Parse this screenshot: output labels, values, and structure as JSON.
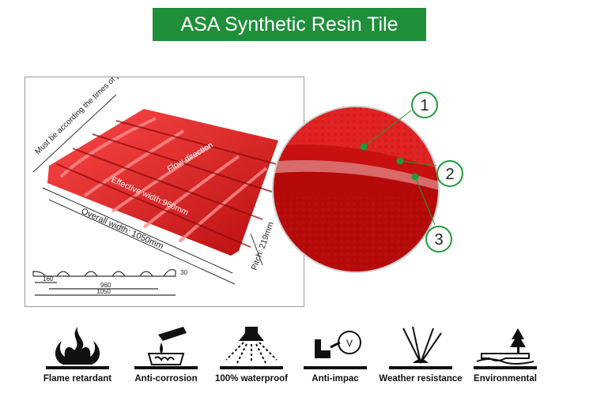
{
  "header": {
    "title": "ASA Synthetic Resin Tile"
  },
  "diagram": {
    "pitch_note": "Must be according the times of pitch",
    "flow_direction": "Flow direction",
    "effective_width": "Effective width:960mm",
    "overall_width": "Overall width: 1050mm",
    "pitch": "Pitch: 219mm",
    "profile": {
      "dim_160": "160",
      "dim_960": "960",
      "dim_1050": "1050",
      "dim_30": "30"
    }
  },
  "layers": {
    "callouts": [
      "1",
      "2",
      "3"
    ]
  },
  "features": [
    {
      "label": "Flame retardant",
      "icon": "flame-icon"
    },
    {
      "label": "Anti-corrosion",
      "icon": "acid-drop-icon"
    },
    {
      "label": "100% waterproof",
      "icon": "shower-icon"
    },
    {
      "label": "Anti-impac",
      "icon": "impact-gauge-icon"
    },
    {
      "label": "Weather resistance",
      "icon": "sun-rays-icon"
    },
    {
      "label": "Environmental",
      "icon": "tree-icon"
    }
  ],
  "colors": {
    "banner": "#1f8f3a",
    "tile": "#e01b1b",
    "callout_green": "#1f9a3a"
  }
}
